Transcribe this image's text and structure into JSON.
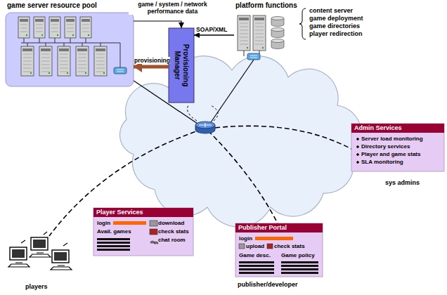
{
  "diagram": {
    "nodes": [
      {
        "text": [
          "game server resource pool"
        ]
      },
      {
        "text": [
          "Provisioning Manager"
        ]
      },
      {
        "text": [
          "platform functions"
        ]
      },
      {
        "text": [
          "Admin Services",
          "Server load monitoring",
          "Directory services",
          "Player and game stats",
          "SLA monitoring"
        ]
      },
      {
        "text": [
          "Player Services",
          "login",
          "Avail. games",
          "download",
          "check stats",
          "chat room"
        ]
      },
      {
        "text": [
          "Publisher Portal",
          "login",
          "upload",
          "check stats",
          "Game desc.",
          "Game policy"
        ]
      }
    ],
    "edges": [
      {
        "from": 0,
        "to": 1,
        "arrow": "to",
        "label": "game / system / network performance data"
      },
      {
        "from": 1,
        "to": 0,
        "arrow": "to",
        "label": "provisioning"
      },
      {
        "from": 2,
        "to": 1,
        "arrow": "to",
        "label": "SOAP/XML"
      }
    ],
    "labels": [
      "content server",
      "game deployment",
      "game directories",
      "player redirection",
      "sys admins",
      "players",
      "publisher/developer"
    ]
  }
}
